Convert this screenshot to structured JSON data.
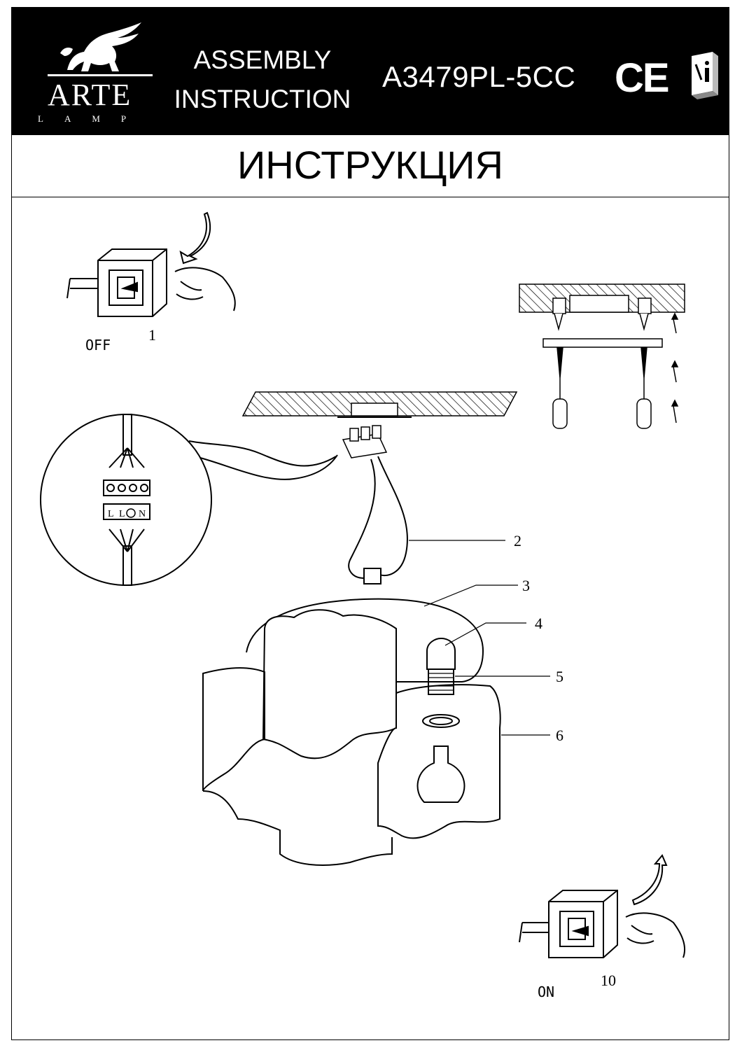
{
  "header": {
    "brand": "ARTE",
    "brand_sub": "LAMP",
    "assembly_line1": "ASSEMBLY",
    "assembly_line2": "INSTRUCTION",
    "model": "A3479PL-5CC",
    "ce_mark": "CE",
    "icons": [
      "griffin-logo-icon",
      "manual-book-icon"
    ]
  },
  "title": "ИНСТРУКЦИЯ",
  "steps": {
    "off_label": "OFF",
    "off_number": "1",
    "on_label": "ON",
    "on_number": "10"
  },
  "callouts": [
    "2",
    "3",
    "4",
    "5",
    "6"
  ],
  "terminal_labels": [
    "L",
    "L",
    "N"
  ],
  "colors": {
    "ink": "#000000",
    "paper": "#ffffff"
  }
}
